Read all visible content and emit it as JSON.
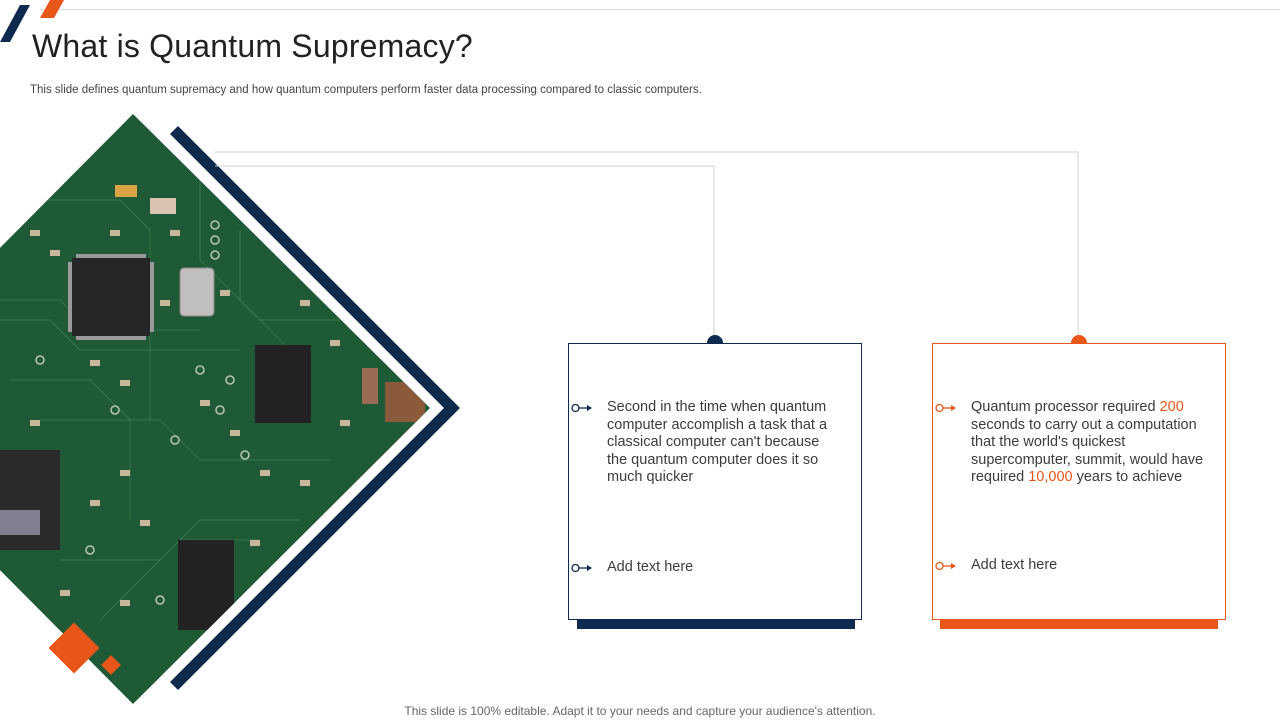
{
  "slide": {
    "title": "What is Quantum Supremacy?",
    "subtitle": "This slide defines quantum supremacy and how quantum computers perform faster data processing compared to classic computers.",
    "footer": "This slide is 100% editable. Adapt it to your needs and capture your audience's attention."
  },
  "colors": {
    "navy": "#0f2a4f",
    "orange": "#e8561a",
    "pcb_green": "#1f5a36"
  },
  "card_navy": {
    "point1": "Second  in the time when quantum computer accomplish a task that a classical computer can't because the quantum computer does it so much quicker",
    "point2": "Add text here"
  },
  "card_orange": {
    "point1_a": "Quantum processor required ",
    "point1_num1": "200",
    "point1_b": " seconds to carry out a computation that the world's quickest supercomputer, summit, would have required ",
    "point1_num2": "10,000",
    "point1_c": " years to achieve",
    "point2": "Add text here"
  },
  "image": {
    "subject": "circuit-board-photo"
  }
}
